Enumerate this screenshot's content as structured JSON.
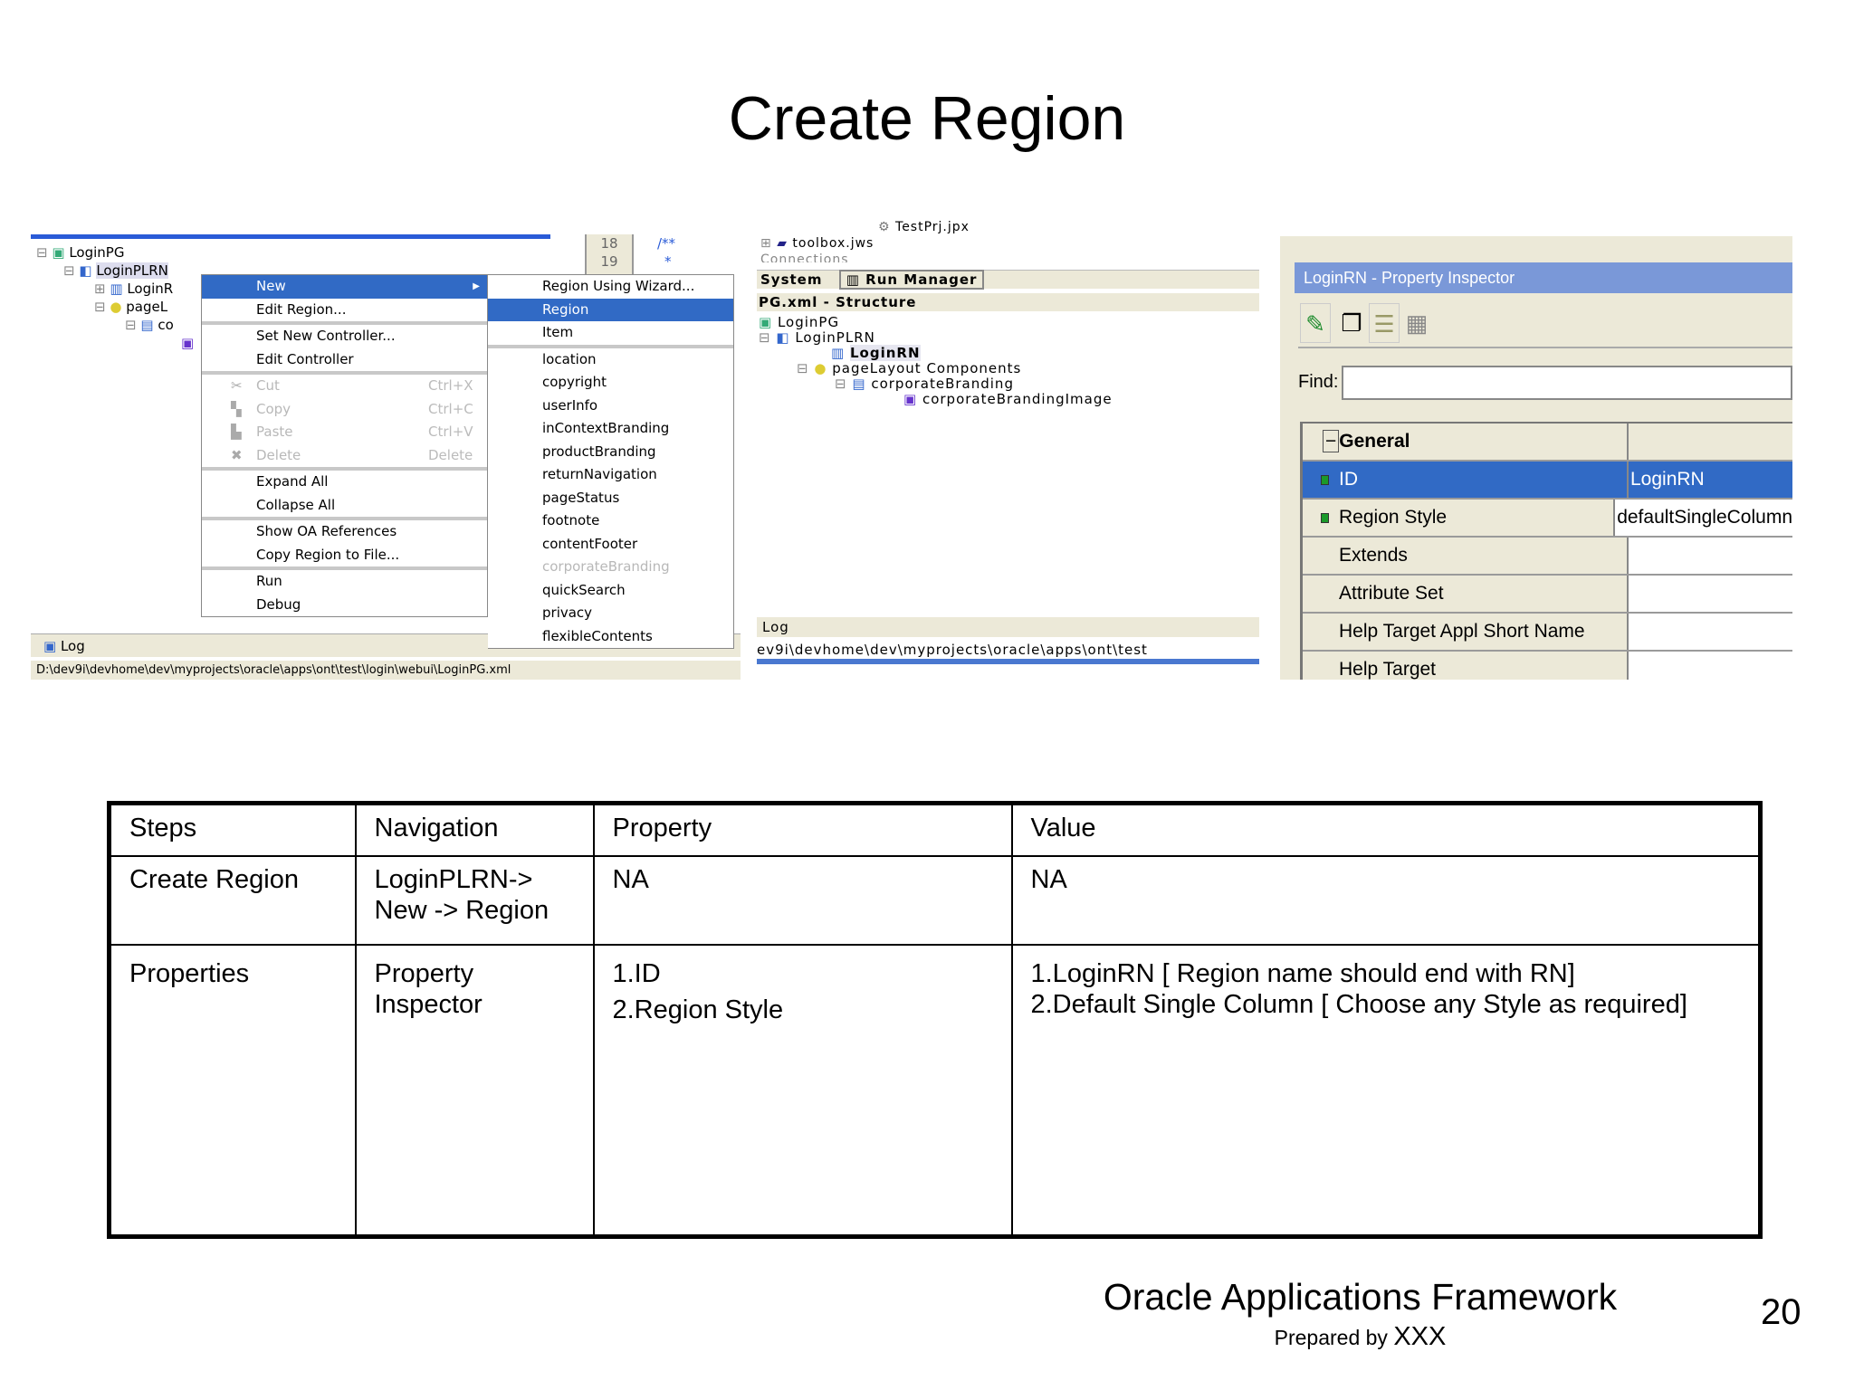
{
  "title": "Create Region",
  "screenshot1": {
    "gutter": [
      "18",
      "19"
    ],
    "code": [
      "/**",
      "*"
    ],
    "tree": [
      "LoginPG",
      "LoginPLRN",
      "LoginR",
      "pageL",
      "co"
    ],
    "context_menu": [
      {
        "label": "New",
        "highlighted": true,
        "submenu": true
      },
      {
        "label": "Edit Region..."
      },
      {
        "separator": true
      },
      {
        "label": "Set New Controller..."
      },
      {
        "label": "Edit Controller"
      },
      {
        "separator": true
      },
      {
        "label": "Cut",
        "shortcut": "Ctrl+X",
        "disabled": true,
        "icon": "scissors-icon"
      },
      {
        "label": "Copy",
        "shortcut": "Ctrl+C",
        "disabled": true,
        "icon": "copy-icon"
      },
      {
        "label": "Paste",
        "shortcut": "Ctrl+V",
        "disabled": true,
        "icon": "paste-icon"
      },
      {
        "label": "Delete",
        "shortcut": "Delete",
        "disabled": true,
        "icon": "delete-icon"
      },
      {
        "separator": true
      },
      {
        "label": "Expand All"
      },
      {
        "label": "Collapse All"
      },
      {
        "separator": true
      },
      {
        "label": "Show OA References"
      },
      {
        "label": "Copy Region to File..."
      },
      {
        "separator": true
      },
      {
        "label": "Run"
      },
      {
        "label": "Debug"
      }
    ],
    "submenu": [
      {
        "label": "Region Using Wizard..."
      },
      {
        "label": "Region",
        "highlighted": true
      },
      {
        "label": "Item"
      },
      {
        "separator": true
      },
      {
        "label": "location"
      },
      {
        "label": "copyright"
      },
      {
        "label": "userInfo"
      },
      {
        "label": "inContextBranding"
      },
      {
        "label": "productBranding"
      },
      {
        "label": "returnNavigation"
      },
      {
        "label": "pageStatus"
      },
      {
        "label": "footnote"
      },
      {
        "label": "contentFooter"
      },
      {
        "label": "corporateBranding",
        "disabled": true
      },
      {
        "label": "quickSearch"
      },
      {
        "label": "privacy"
      },
      {
        "label": "flexibleContents"
      }
    ],
    "log_tab": "Log",
    "status_path": "D:\\dev9i\\devhome\\dev\\myprojects\\oracle\\apps\\ont\\test\\login\\webui\\LoginPG.xml"
  },
  "screenshot2": {
    "nav_tree": [
      "TestPrj.jpx",
      "toolbox.jws",
      "Connections"
    ],
    "tabs": [
      "System",
      "Run Manager"
    ],
    "structure_header": "PG.xml - Structure",
    "tree": [
      "LoginPG",
      "LoginPLRN",
      "LoginRN",
      "pageLayout Components",
      "corporateBranding",
      "corporateBrandingImage"
    ],
    "log_tab": "Log",
    "status_path": "ev9i\\devhome\\dev\\myprojects\\oracle\\apps\\ont\\test"
  },
  "screenshot3": {
    "window_title": "LoginRN - Property Inspector",
    "find_label": "Find:",
    "find_value": "",
    "group": "General",
    "properties": [
      {
        "name": "ID",
        "value": "LoginRN",
        "selected": true,
        "marker": true
      },
      {
        "name": "Region Style",
        "value": "defaultSingleColumn",
        "marker": true
      },
      {
        "name": "Extends",
        "value": ""
      },
      {
        "name": "Attribute Set",
        "value": ""
      },
      {
        "name": "Help Target Appl Short Name",
        "value": ""
      },
      {
        "name": "Help Target",
        "value": ""
      }
    ]
  },
  "table": {
    "headers": [
      "Steps",
      "Navigation",
      "Property",
      "Value"
    ],
    "rows": [
      {
        "steps": "Create Region",
        "navigation": [
          "LoginPLRN->",
          "New -> Region"
        ],
        "property": [
          "NA"
        ],
        "value": [
          "NA"
        ]
      },
      {
        "steps": "Properties",
        "navigation": [
          "Property",
          "Inspector"
        ],
        "property": [
          "1.ID",
          "2.Region Style"
        ],
        "value": [
          "1.LoginRN [ Region name should end with RN]",
          "2.Default Single Column [ Choose any Style as required]"
        ]
      }
    ]
  },
  "footer": {
    "title": "Oracle Applications Framework",
    "prepared_by": "Prepared by",
    "author": "XXX",
    "page_number": "20"
  },
  "colors": {
    "selection": "#316ac5",
    "titlebar": "#7a98d8",
    "panel": "#ece9d8"
  }
}
